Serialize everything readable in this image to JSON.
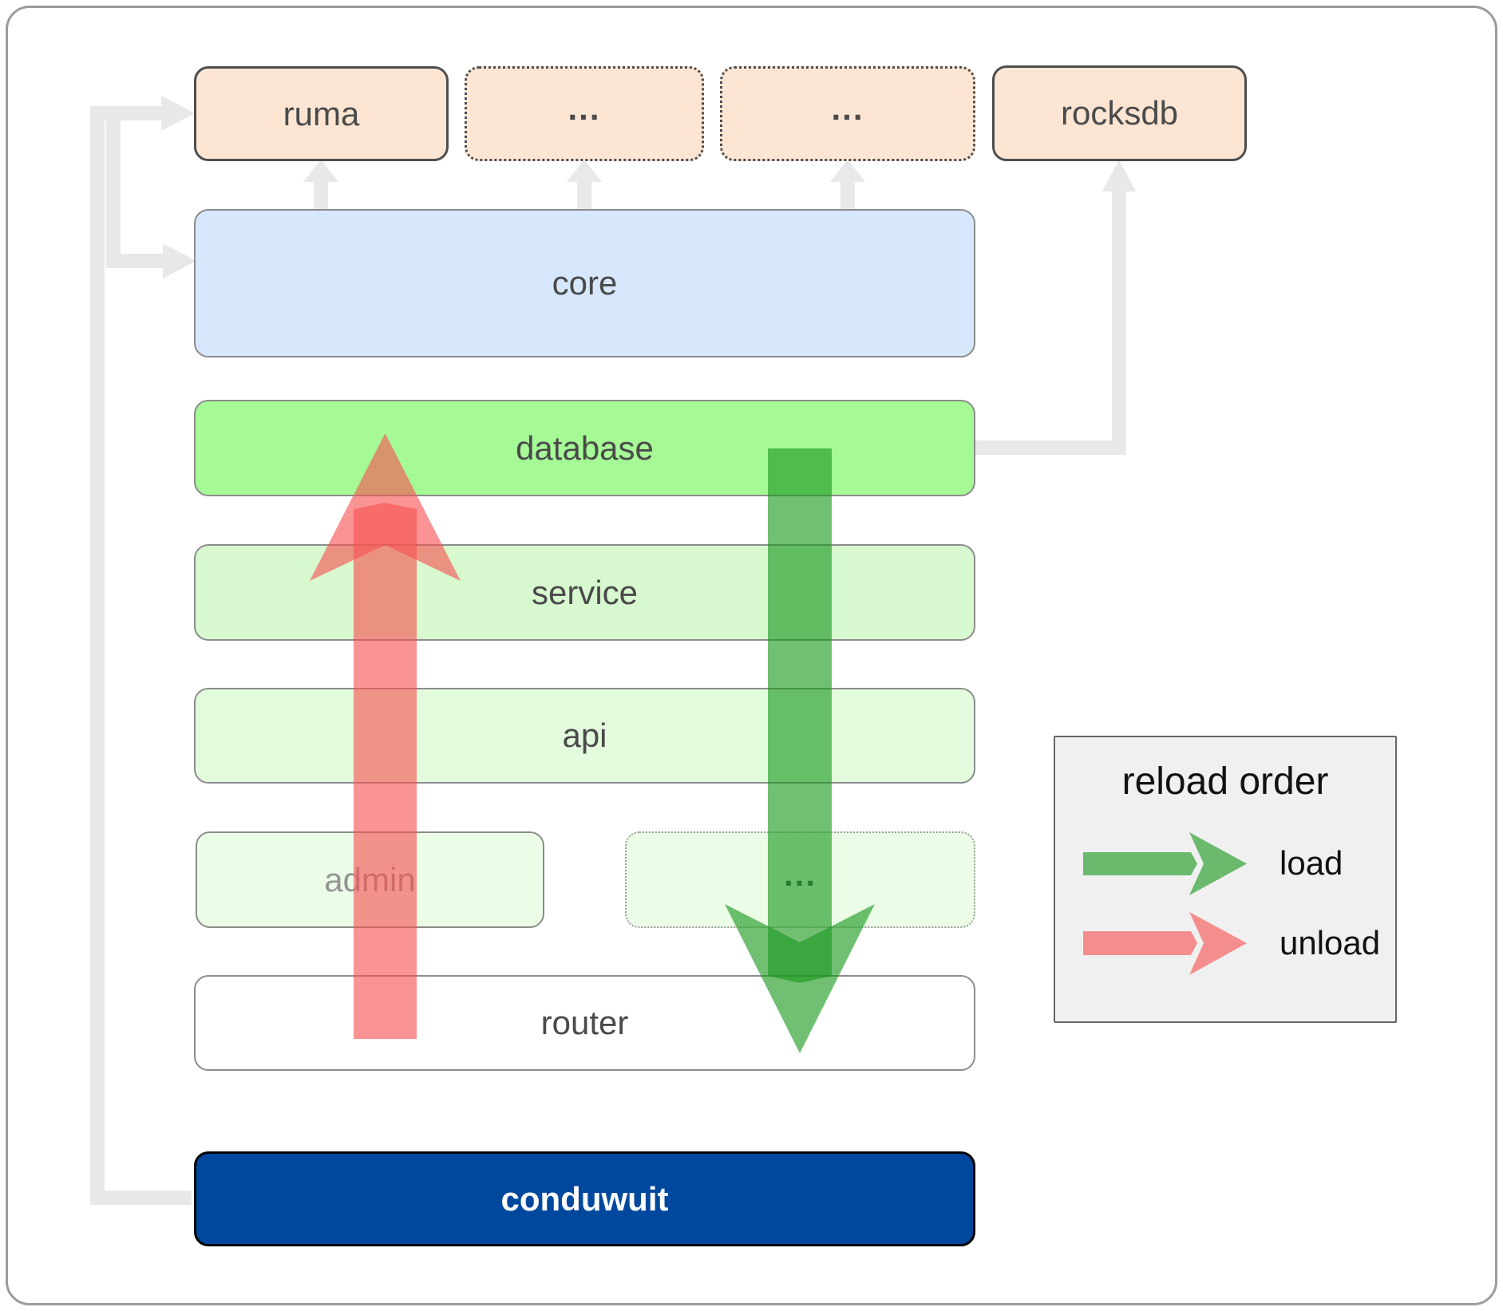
{
  "stack": {
    "top_row": [
      {
        "label": "ruma"
      },
      {
        "label": "..."
      },
      {
        "label": "..."
      },
      {
        "label": "rocksdb"
      }
    ],
    "core": {
      "label": "core"
    },
    "database": {
      "label": "database"
    },
    "service": {
      "label": "service"
    },
    "api": {
      "label": "api"
    },
    "admin_row": [
      {
        "label": "admin"
      },
      {
        "label": "..."
      }
    ],
    "router": {
      "label": "router"
    },
    "conduwuit": {
      "label": "conduwuit"
    }
  },
  "legend": {
    "title": "reload order",
    "items": [
      {
        "label": "load",
        "color": "#1a981d"
      },
      {
        "label": "unload",
        "color": "#f75252"
      }
    ]
  },
  "colors": {
    "top_box_fill": "#fce5d3",
    "core_fill": "#d7e8fc",
    "database_fill": "#a5fa96",
    "service_fill": "#d8f8cf",
    "api_fill": "#e3fbdd",
    "admin_fill": "#ebfce7",
    "router_fill": "#ffffff",
    "conduwuit_fill": "#00489e",
    "connector_gray": "#e8e8e8",
    "arrow_green": "#1a981d",
    "arrow_red": "#f75252",
    "legend_bg": "#f0f0f0"
  }
}
